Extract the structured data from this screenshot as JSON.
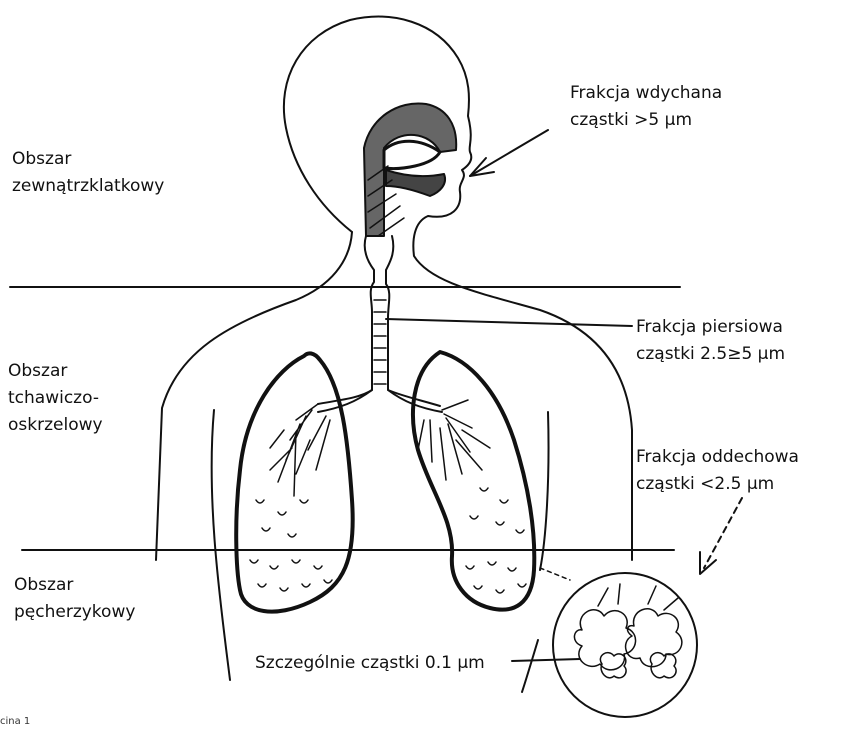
{
  "zones": {
    "extrathoracic": [
      "Obszar",
      "zewnątrzklatkowy"
    ],
    "tracheobronchial": [
      "Obszar",
      "tchawiczo-",
      "oskrzelowy"
    ],
    "alveolar": [
      "Obszar",
      "pęcherzykowy"
    ]
  },
  "fractions": {
    "inhalable": [
      "Frakcja wdychana",
      "cząstki >5 μm"
    ],
    "thoracic": [
      "Frakcja piersiowa",
      "cząstki 2.5≥5 μm"
    ],
    "respirable": [
      "Frakcja oddechowa",
      "cząstki <2.5 μm"
    ]
  },
  "ultrafine_label": "Szczególnie cząstki 0.1 μm",
  "caption": "cina 1"
}
